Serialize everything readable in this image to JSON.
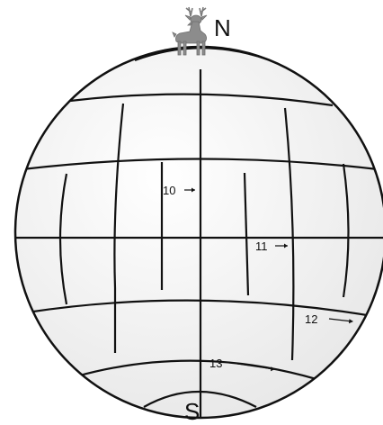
{
  "diagram": {
    "north_label": "N",
    "south_label": "S",
    "markers": [
      {
        "id": "10",
        "text": "10"
      },
      {
        "id": "11",
        "text": "11"
      },
      {
        "id": "12",
        "text": "12"
      },
      {
        "id": "13",
        "text": "13"
      }
    ],
    "deer_icon": "deer-icon",
    "colors": {
      "globe_fill": "#f2f2f2",
      "line": "#111111",
      "deer": "#8c8c8c"
    }
  }
}
